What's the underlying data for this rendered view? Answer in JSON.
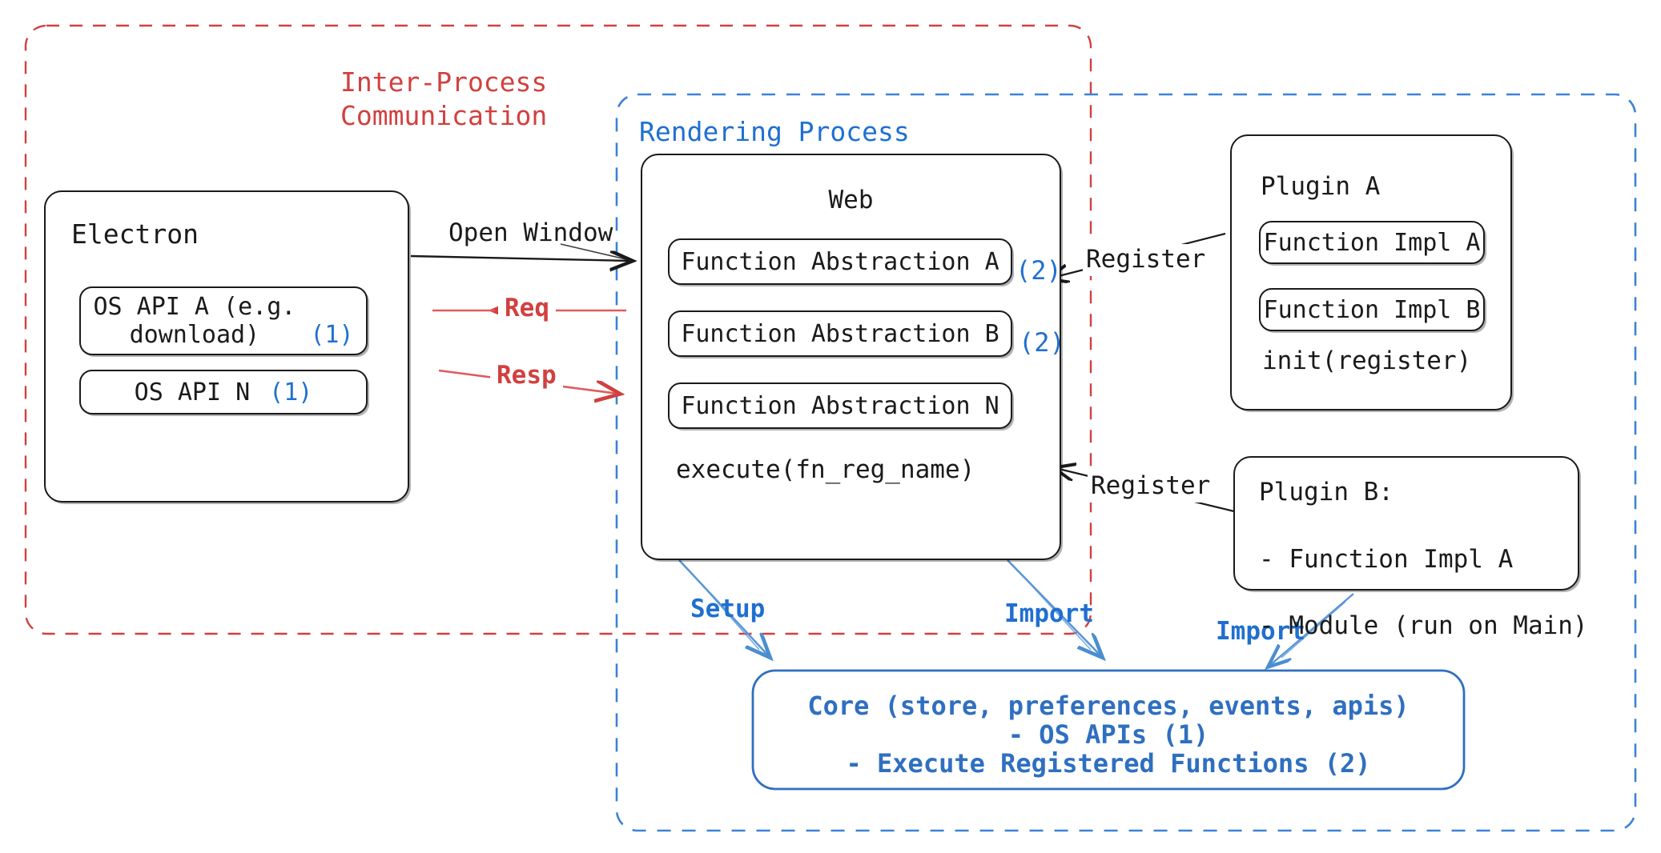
{
  "diagram": {
    "title_hidden": "",
    "groups": {
      "ipc": {
        "label": "Inter-Process\nCommunication",
        "color": "#d1403f",
        "style": "dashed"
      },
      "rendering": {
        "label": "Rendering Process",
        "color": "#3b82d6",
        "style": "dashed"
      }
    },
    "electron": {
      "title": "Electron",
      "items": [
        {
          "text": "OS API A (e.g.\ndownload)",
          "badge": "(1)"
        },
        {
          "text": "OS API N",
          "badge": "(1)"
        }
      ]
    },
    "web": {
      "title": "Web",
      "items": [
        {
          "text": "Function Abstraction A",
          "badge": "(2)"
        },
        {
          "text": "Function Abstraction B",
          "badge": "(2)"
        },
        {
          "text": "Function Abstraction N",
          "badge": ""
        }
      ],
      "footer": "execute(fn_reg_name)"
    },
    "plugin_a": {
      "title": "Plugin A",
      "items": [
        "Function Impl A",
        "Function Impl B"
      ],
      "footer": "init(register)"
    },
    "plugin_b": {
      "lines": [
        "Plugin B:",
        "- Function Impl A",
        "- Module (run on Main)"
      ]
    },
    "core": {
      "lines": [
        "Core (store, preferences, events, apis)",
        "- OS APIs (1)",
        "- Execute Registered Functions (2)"
      ],
      "color": "#2f6fc0"
    },
    "edges": [
      {
        "id": "open-window",
        "label": "Open Window",
        "color": "#1a1a1a"
      },
      {
        "id": "req",
        "label": "Req",
        "color": "#d1403f"
      },
      {
        "id": "resp",
        "label": "Resp",
        "color": "#d1403f"
      },
      {
        "id": "register-a",
        "label": "Register",
        "color": "#1a1a1a"
      },
      {
        "id": "register-b",
        "label": "Register",
        "color": "#1a1a1a"
      },
      {
        "id": "setup",
        "label": "Setup",
        "color": "#3b82d6"
      },
      {
        "id": "import-web",
        "label": "Import",
        "color": "#3b82d6"
      },
      {
        "id": "import-plugin",
        "label": "Import",
        "color": "#3b82d6"
      }
    ],
    "colors": {
      "red": "#d1403f",
      "blue": "#3b82d6",
      "blue_text": "#1f6fd0",
      "core_blue": "#2f6fc0",
      "ink": "#1a1a1a"
    }
  }
}
